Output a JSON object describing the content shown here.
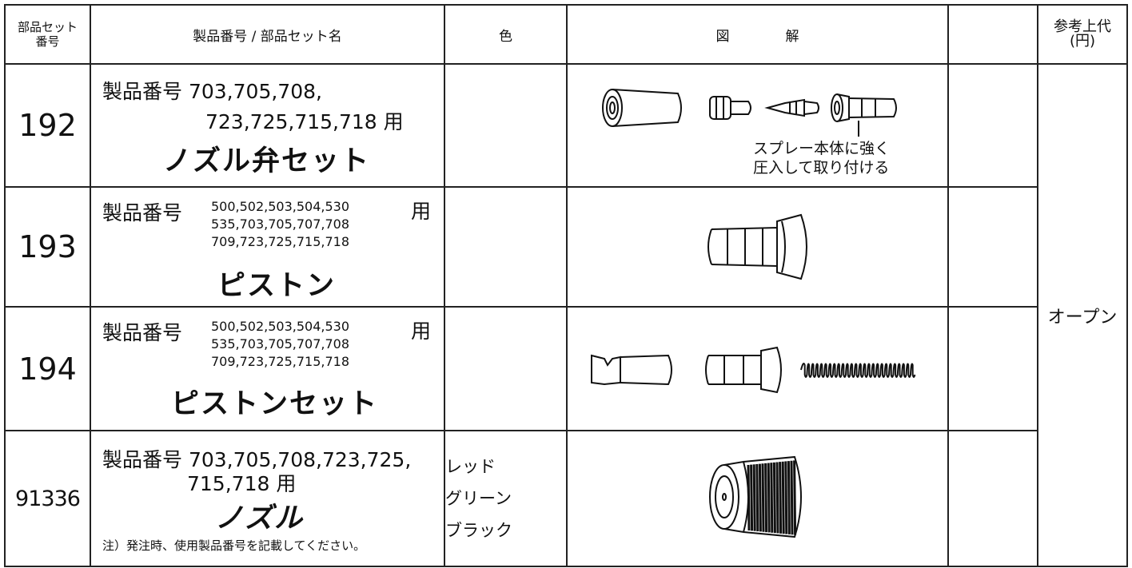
{
  "header": {
    "set_no": "部品セット\n番号",
    "product": "製品番号 / 部品セット名",
    "color": "色",
    "figure_a": "図",
    "figure_b": "解",
    "blank": "",
    "price": "参考上代\n(円)"
  },
  "rows": [
    {
      "no": "192",
      "prefix": "製品番号",
      "models_1": "703,705,708,",
      "models_2": "723,725,715,718",
      "use": "用",
      "name": "ノズル弁セット",
      "color": "",
      "caption_1": "スプレー本体に強く",
      "caption_2": "圧入して取り付ける"
    },
    {
      "no": "193",
      "prefix": "製品番号",
      "models_1": "500,502,503,504,530",
      "models_2": "535,703,705,707,708",
      "models_3": "709,723,725,715,718",
      "use": "用",
      "name": "ピストン",
      "color": ""
    },
    {
      "no": "194",
      "prefix": "製品番号",
      "models_1": "500,502,503,504,530",
      "models_2": "535,703,705,707,708",
      "models_3": "709,723,725,715,718",
      "use": "用",
      "name": "ピストンセット",
      "color": ""
    },
    {
      "no": "91336",
      "prefix": "製品番号",
      "models_1": "703,705,708,723,725,",
      "models_2": "715,718",
      "use": "用",
      "name": "ノズル",
      "note": "注）発注時、使用製品番号を記載してください。",
      "colors": [
        "レッド",
        "グリーン",
        "ブラック"
      ]
    }
  ],
  "price_all": "オープン",
  "icons": [
    "nozzle-valve-parts-drawing",
    "piston-drawing",
    "piston-set-drawing",
    "nozzle-cap-drawing"
  ]
}
